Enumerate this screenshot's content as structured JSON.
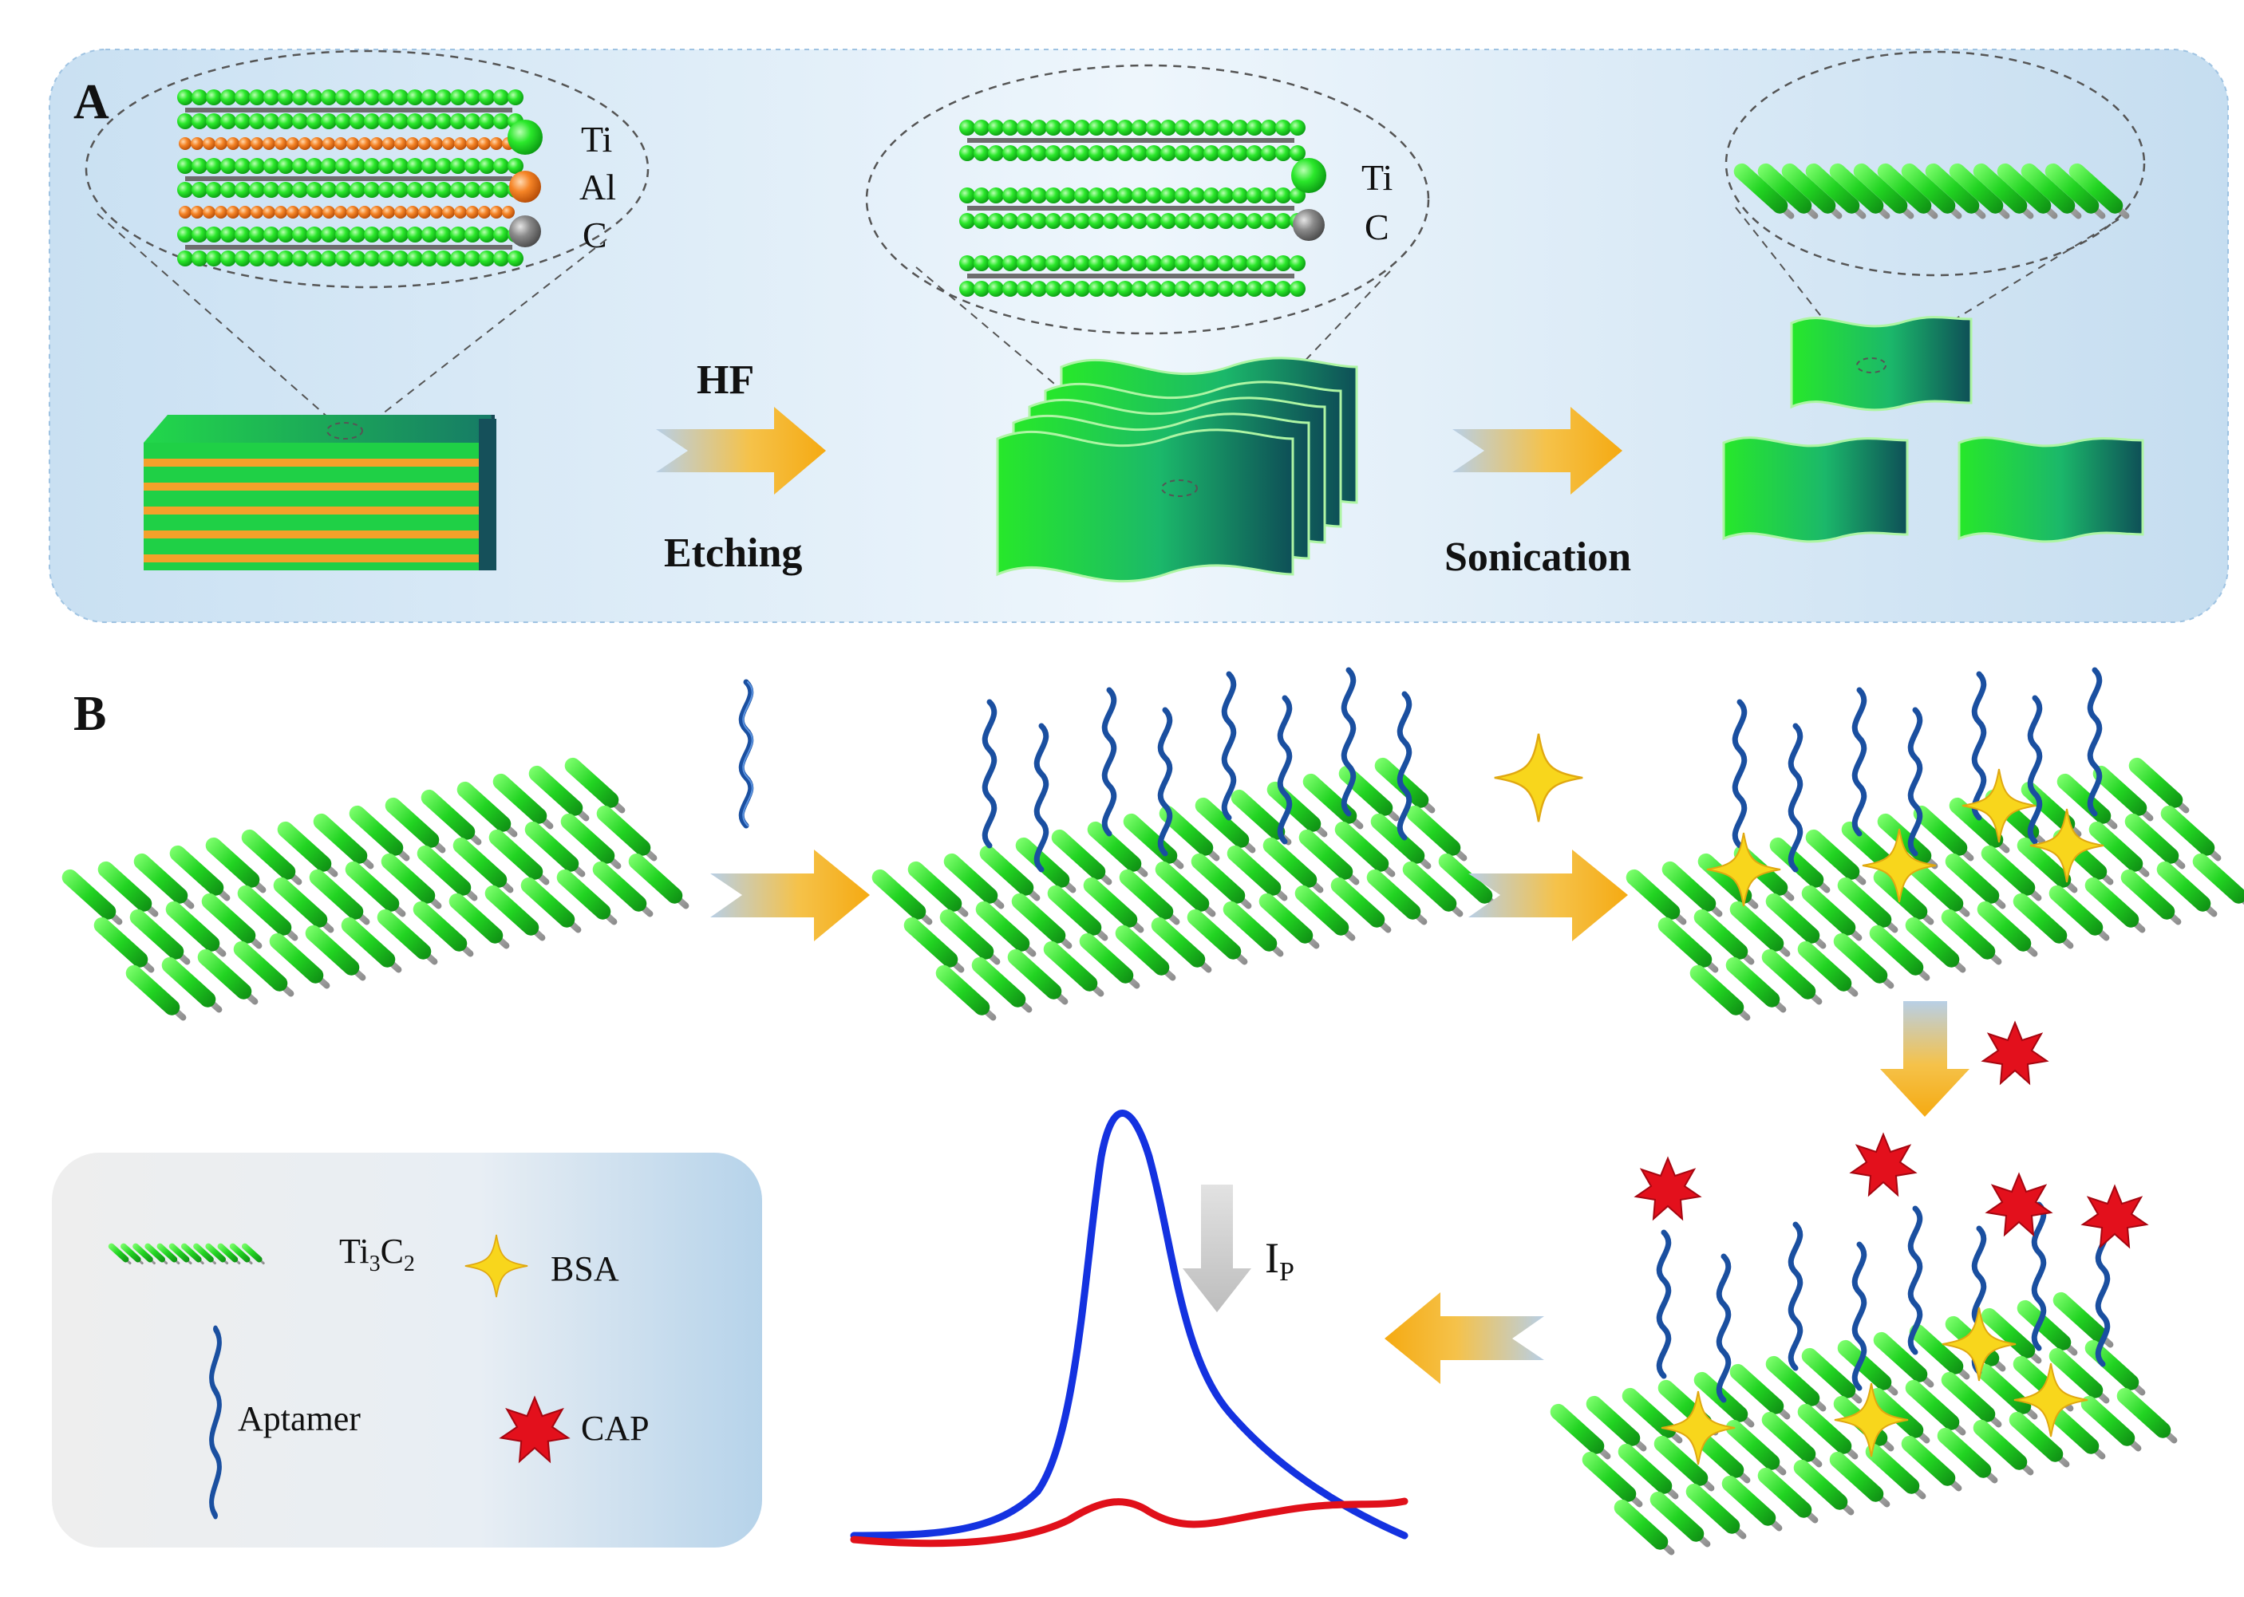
{
  "panel_a": {
    "label": "A",
    "max_legend": {
      "ti": "Ti",
      "al": "Al",
      "c": "C"
    },
    "mxene_legend": {
      "ti": "Ti",
      "c": "C"
    },
    "step1_top": "HF",
    "step1_bottom": "Etching",
    "step2_bottom": "Sonication"
  },
  "panel_b": {
    "label": "B",
    "signal_label": "I",
    "signal_subscript": "P"
  },
  "legend": {
    "ti3c2": {
      "base": "Ti",
      "sub1": "3",
      "mid": "C",
      "sub2": "2"
    },
    "bsa": "BSA",
    "aptamer": "Aptamer",
    "cap": "CAP"
  },
  "colors": {
    "ti": "#22e022",
    "al": "#f07a1e",
    "c": "#7a7a7a",
    "aptamer": "#1a4fa0",
    "bsa": "#f7d21a",
    "cap": "#e0101a",
    "arrow": "#f5b21e",
    "curve_high": "#1030e0",
    "curve_low": "#e01010",
    "panel_bg": "#dcebf7"
  }
}
